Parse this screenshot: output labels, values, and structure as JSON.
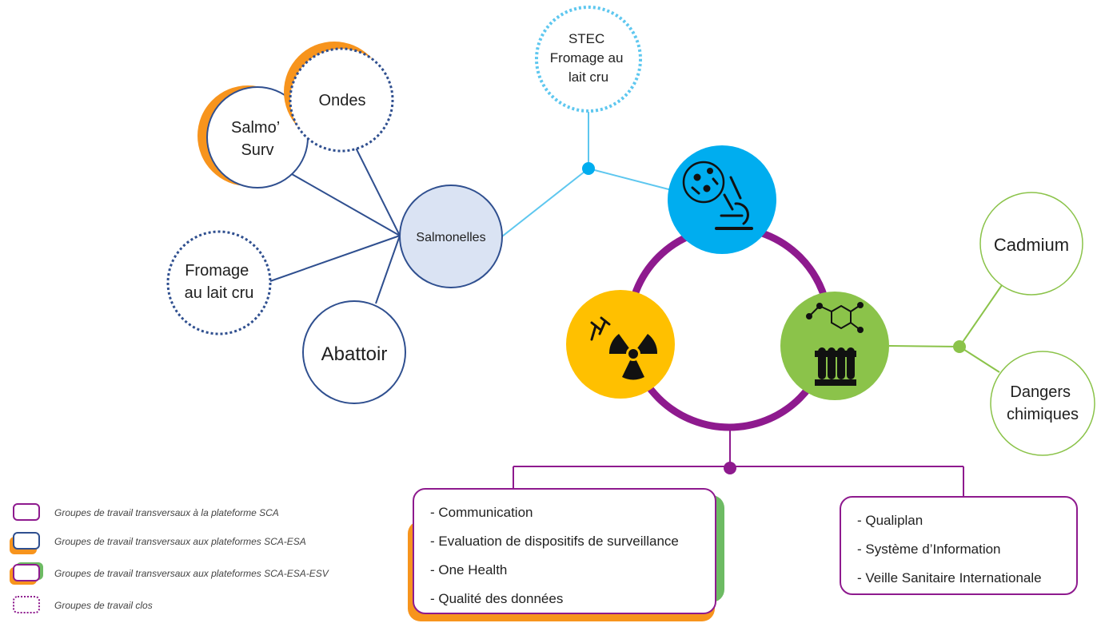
{
  "colors": {
    "dark_blue": "#2f4f8f",
    "light_blue": "#5ec7ef",
    "purple": "#8e1a8e",
    "green": "#8bc34a",
    "orange": "#f7941d",
    "yellow": "#ffc000",
    "sky": "#00adef"
  },
  "nodes": {
    "salmonelles": "Salmonelles",
    "salmo_surv": [
      "Salmo’",
      "Surv"
    ],
    "ondes": "Ondes",
    "fromage_left": [
      "Fromage",
      "au lait cru"
    ],
    "abattoir": "Abattoir",
    "stec": [
      "STEC",
      "Fromage au",
      "lait cru"
    ],
    "cadmium": "Cadmium",
    "dangers": [
      "Dangers",
      "chimiques"
    ]
  },
  "icons": {
    "microbio": "microscope-icon",
    "chimie": "test-tubes-icon",
    "radio": "radiation-icon"
  },
  "box_left": {
    "items": [
      "- Communication",
      "- Evaluation de dispositifs de surveillance",
      "- One Health",
      "- Qualité des données"
    ]
  },
  "box_right": {
    "items": [
      "-   Qualiplan",
      "-   Système d’Information",
      "-    Veille Sanitaire Internationale"
    ]
  },
  "legend": [
    "Groupes de travail transversaux à la plateforme SCA",
    "Groupes de travail transversaux aux plateformes SCA-ESA",
    "Groupes de travail transversaux aux plateformes SCA-ESA-ESV",
    "Groupes de travail clos"
  ]
}
